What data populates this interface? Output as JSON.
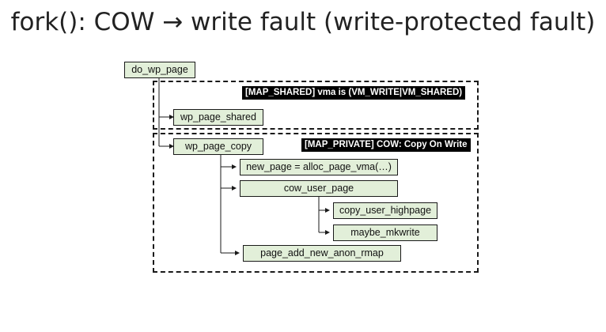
{
  "title": "fork(): COW → write fault (write-protected fault)",
  "regions": {
    "shared_label": "[MAP_SHARED] vma is (VM_WRITE|VM_SHARED)",
    "private_label": "[MAP_PRIVATE] COW: Copy On Write"
  },
  "nodes": {
    "do_wp_page": "do_wp_page",
    "wp_page_shared": "wp_page_shared",
    "wp_page_copy": "wp_page_copy",
    "new_page": "new_page = alloc_page_vma(…)",
    "cow_user_page": "cow_user_page",
    "copy_user_highpage": "copy_user_highpage",
    "maybe_mkwrite": "maybe_mkwrite",
    "page_add_new_anon_rmap": "page_add_new_anon_rmap"
  },
  "colors": {
    "box_fill": "#e2efd9",
    "line": "#1a1a1a",
    "label_bg": "#000000"
  }
}
